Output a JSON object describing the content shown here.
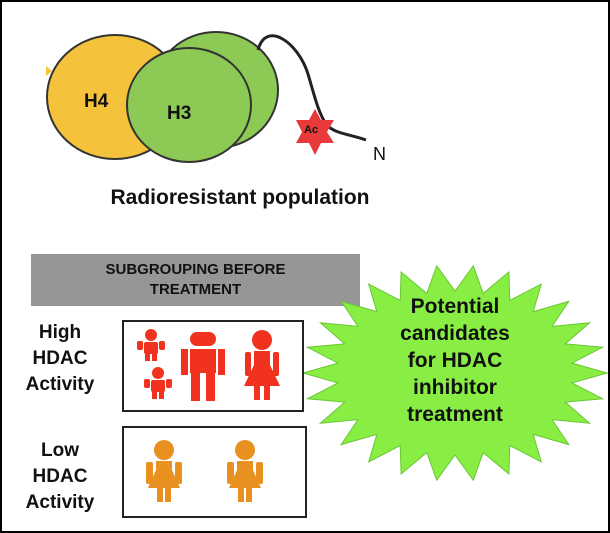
{
  "nucleosome": {
    "h4_label": "H4",
    "h3_label": "H3",
    "ac_label": "Ac",
    "n_label": "N"
  },
  "title": "Radioresistant population",
  "banner": {
    "line1": "SUBGROUPING BEFORE",
    "line2": "TREATMENT"
  },
  "groups": [
    {
      "lines": [
        "High",
        "HDAC",
        "Activity"
      ],
      "figure_color": "#f0321e"
    },
    {
      "lines": [
        "Low",
        "HDAC",
        "Activity"
      ],
      "figure_color": "#e89020"
    }
  ],
  "burst": {
    "lines": [
      "Potential",
      "candidates",
      "for HDAC",
      "inhibitor",
      "treatment"
    ],
    "color": "#88ee44"
  },
  "colors": {
    "h4": "#f5c33b",
    "h3": "#8dca55",
    "acetyl_star": "#e83a3a",
    "banner": "#969696"
  }
}
